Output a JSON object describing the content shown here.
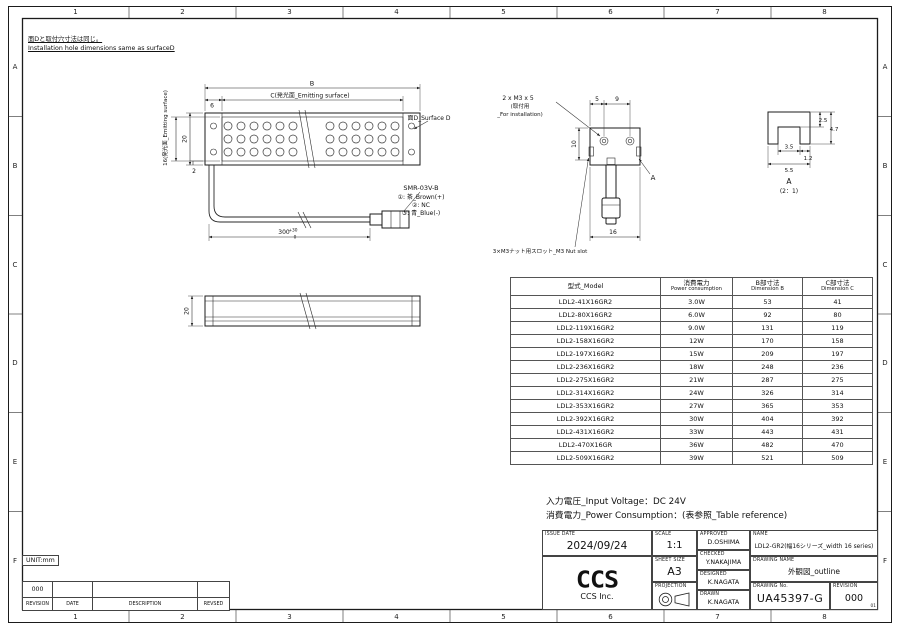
{
  "note": {
    "jp": "面Dと取付穴寸法は同じ。",
    "en": "Installation hole dimensions same as surfaceD"
  },
  "ruler": {
    "cols": [
      "1",
      "2",
      "3",
      "4",
      "5",
      "6",
      "7",
      "8"
    ],
    "rows": [
      "A",
      "B",
      "C",
      "D",
      "E",
      "F"
    ]
  },
  "front_view": {
    "dim_b": "B",
    "dim_c": "C(発光面_Emitting surface)",
    "dim_6": "6",
    "dim_20": "20",
    "dim_16": "16(発光面_Emitting surface)",
    "dim_2": "2",
    "surface_d": "面D_Surface D",
    "connector_model": "SMR-03V-B",
    "pin1": "①: 茶_Brown(+)",
    "pin2": "②: NC",
    "pin3": "③: 青_Blue(-)",
    "cable_dim": "300",
    "cable_tol_upper": "+30",
    "cable_tol_lower": "0"
  },
  "side_view": {
    "dim_20": "20"
  },
  "section_view": {
    "bolt_line1": "2 x M3 x 5",
    "bolt_line2": "(取付用",
    "bolt_line3": "_For installation)",
    "dim_5": "5",
    "dim_9": "9",
    "dim_10": "10",
    "dim_16": "16",
    "detail_mark": "A",
    "nut_slot": "3×M3ナット用スロット_M3 Nut slot"
  },
  "detail_view": {
    "dim_2_5": "2.5",
    "dim_4_7": "4.7",
    "dim_3_5": "3.5",
    "dim_1_2": "1.2",
    "dim_5_5": "5.5",
    "label": "A",
    "scale": "(2：1)"
  },
  "spec_table": {
    "headers": {
      "model_jp": "型式_Model",
      "power_jp": "消費電力",
      "power_en": "Power consumption",
      "b_jp": "B部寸法",
      "b_en": "Dimension B",
      "c_jp": "C部寸法",
      "c_en": "Dimension C"
    },
    "rows": [
      {
        "model": "LDL2-41X16GR2",
        "power": "3.0W",
        "b": "53",
        "c": "41"
      },
      {
        "model": "LDL2-80X16GR2",
        "power": "6.0W",
        "b": "92",
        "c": "80"
      },
      {
        "model": "LDL2-119X16GR2",
        "power": "9.0W",
        "b": "131",
        "c": "119"
      },
      {
        "model": "LDL2-158X16GR2",
        "power": "12W",
        "b": "170",
        "c": "158"
      },
      {
        "model": "LDL2-197X16GR2",
        "power": "15W",
        "b": "209",
        "c": "197"
      },
      {
        "model": "LDL2-236X16GR2",
        "power": "18W",
        "b": "248",
        "c": "236"
      },
      {
        "model": "LDL2-275X16GR2",
        "power": "21W",
        "b": "287",
        "c": "275"
      },
      {
        "model": "LDL2-314X16GR2",
        "power": "24W",
        "b": "326",
        "c": "314"
      },
      {
        "model": "LDL2-353X16GR2",
        "power": "27W",
        "b": "365",
        "c": "353"
      },
      {
        "model": "LDL2-392X16GR2",
        "power": "30W",
        "b": "404",
        "c": "392"
      },
      {
        "model": "LDL2-431X16GR2",
        "power": "33W",
        "b": "443",
        "c": "431"
      },
      {
        "model": "LDL2-470X16GR",
        "power": "36W",
        "b": "482",
        "c": "470"
      },
      {
        "model": "LDL2-509X16GR2",
        "power": "39W",
        "b": "521",
        "c": "509"
      }
    ]
  },
  "power_note": {
    "line1": "入力電圧_Input Voltage：DC 24V",
    "line2": "消費電力_Power Consumption：(表参照_Table reference)"
  },
  "title_block": {
    "issue_date_label": "ISSUE DATE",
    "issue_date": "2024/09/24",
    "scale_label": "SCALE",
    "scale": "1:1",
    "approved_label": "APPROVED",
    "approved": "D.OSHIMA",
    "name_label": "NAME",
    "name": "LDL2-GR2(幅16シリーズ_width 16 series)",
    "sheet_size_label": "SHEET  SIZE",
    "sheet_size": "A3",
    "checked_label": "CHECKED",
    "checked": "Y.NAKAJIMA",
    "designed_label": "DESIGNED",
    "designed": "K.NAGATA",
    "drawing_name_label": "DRAWING  NAME",
    "drawing_name": "外観図_outline",
    "projection_label": "PROJECTION",
    "drawn_label": "DRAWN",
    "drawn": "K.NAGATA",
    "drawing_no_label": "DRAWING No.",
    "drawing_no": "UA45397-G",
    "revision_label": "REVISION",
    "revision": "000",
    "logo": "CCS",
    "company": "CCS Inc.",
    "page_note": "01"
  },
  "revision_block": {
    "unit": "UNIT:mm",
    "rev_value": "000",
    "headers": [
      "REVISION",
      "DATE",
      "DESCRIPTION",
      "REVSED"
    ]
  }
}
